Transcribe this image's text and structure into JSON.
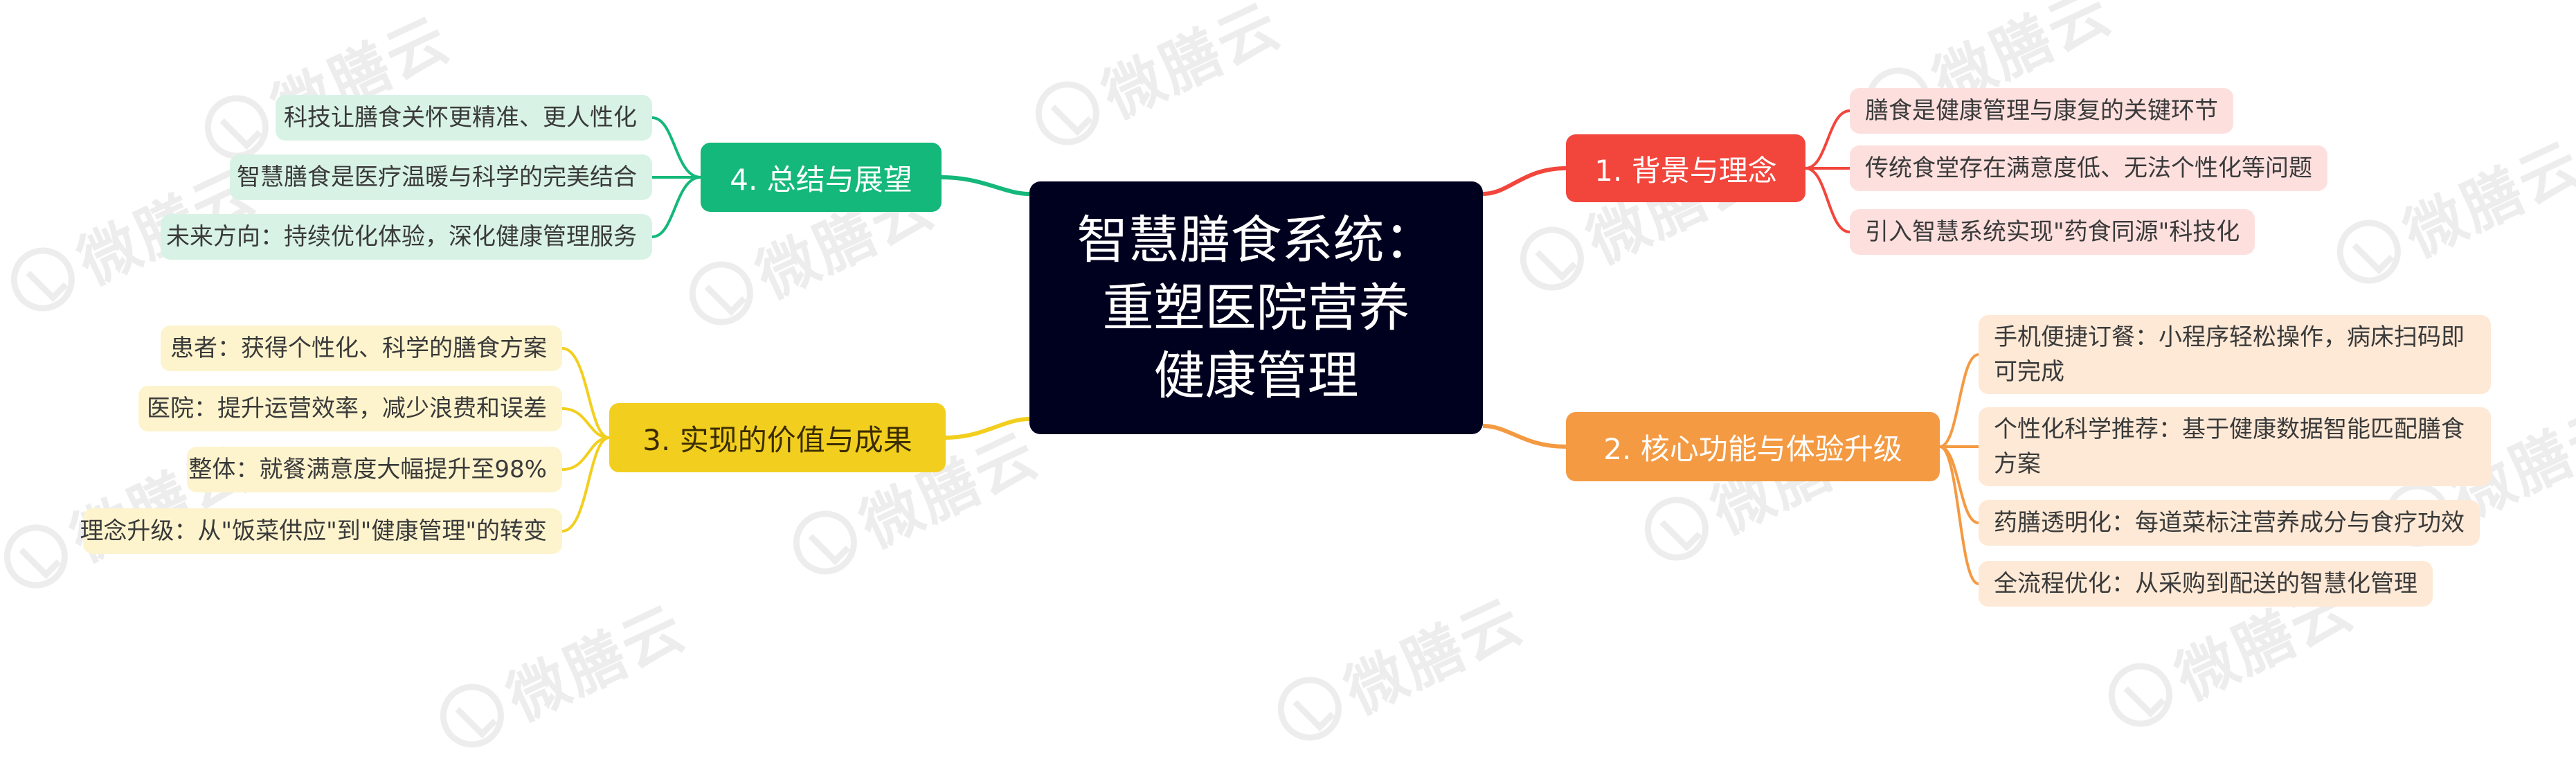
{
  "center": {
    "lines": [
      "智慧膳食系统：",
      "重塑医院营养",
      "健康管理"
    ]
  },
  "colors": {
    "center_bg": "#00001f",
    "branch1": "#f2463c",
    "branch2": "#f49a42",
    "branch3": "#f2cf1f",
    "branch4": "#14b87a"
  },
  "watermark": {
    "text": "微膳云"
  },
  "branches": [
    {
      "label": "1. 背景与理念",
      "leaves": [
        "膳食是健康管理与康复的关键环节",
        "传统食堂存在满意度低、无法个性化等问题",
        "引入智慧系统实现\"药食同源\"科技化"
      ]
    },
    {
      "label": "2. 核心功能与体验升级",
      "leaves": [
        "手机便捷订餐：小程序轻松操作，病床扫码即可完成",
        "个性化科学推荐：基于健康数据智能匹配膳食方案",
        "药膳透明化：每道菜标注营养成分与食疗功效",
        "全流程优化：从采购到配送的智慧化管理"
      ]
    },
    {
      "label": "3. 实现的价值与成果",
      "leaves": [
        "患者：获得个性化、科学的膳食方案",
        "医院：提升运营效率，减少浪费和误差",
        "整体：就餐满意度大幅提升至98%",
        "理念升级：从\"饭菜供应\"到\"健康管理\"的转变"
      ]
    },
    {
      "label": "4. 总结与展望",
      "leaves": [
        "科技让膳食关怀更精准、更人性化",
        "智慧膳食是医疗温暖与科学的完美结合",
        "未来方向：持续优化体验，深化健康管理服务"
      ]
    }
  ]
}
